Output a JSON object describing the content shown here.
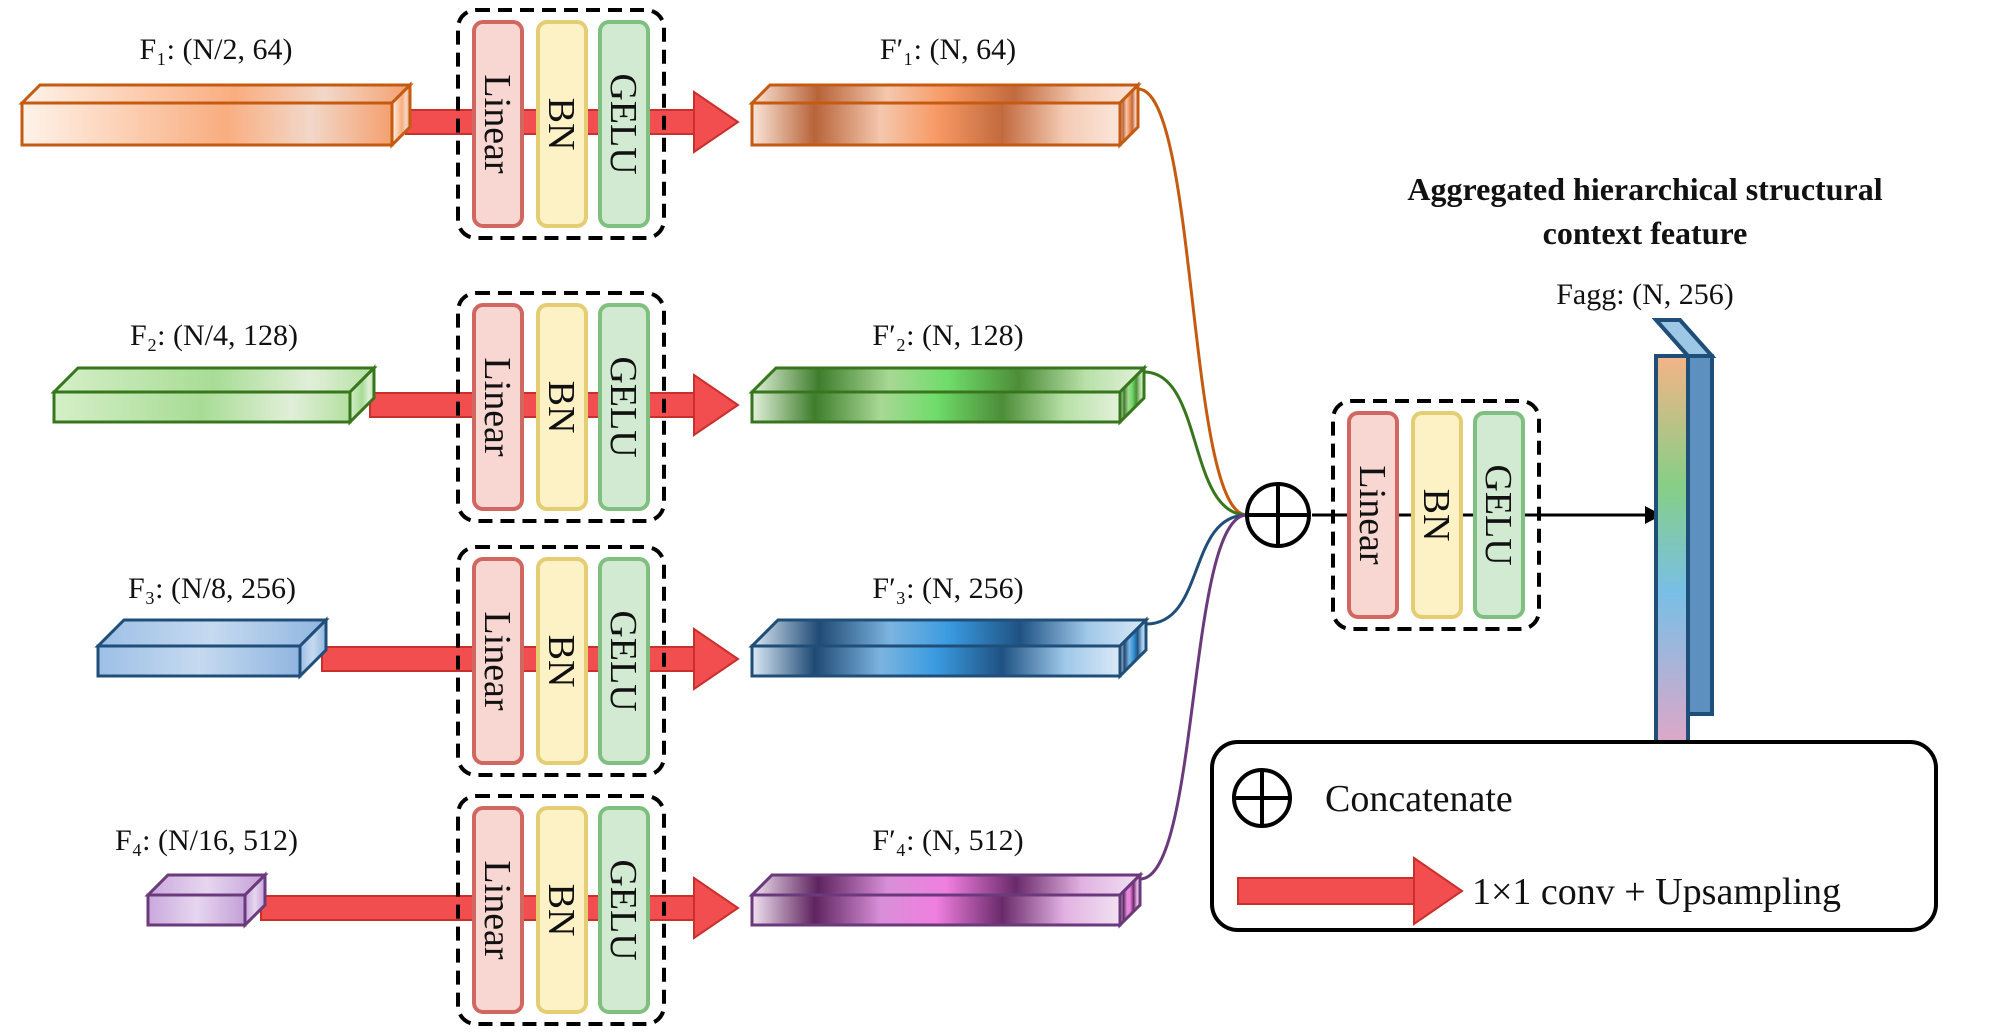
{
  "colors": {
    "orange": "#c55a11",
    "green": "#38761d",
    "blue": "#1f4e79",
    "purple": "#6b3a7d",
    "arrow": "#f24e50",
    "linear_fill": "#f8d7d3",
    "linear_stroke": "#d06760",
    "bn_fill": "#fdf1c6",
    "bn_stroke": "#e4cd73",
    "gelu_fill": "#d2ead2",
    "gelu_stroke": "#7fbf7f"
  },
  "rows": [
    {
      "id": "1",
      "input_label": "F₁: (N/2, 64)",
      "output_label": "F′₁: (N, 64)",
      "color": "orange"
    },
    {
      "id": "2",
      "input_label": "F₂: (N/4, 128)",
      "output_label": "F′₂: (N, 128)",
      "color": "green"
    },
    {
      "id": "3",
      "input_label": "F₃: (N/8, 256)",
      "output_label": "F′₃: (N, 256)",
      "color": "blue"
    },
    {
      "id": "4",
      "input_label": "F₄: (N/16, 512)",
      "output_label": "F′₄: (N, 512)",
      "color": "purple"
    }
  ],
  "block": {
    "linear": "Linear",
    "bn": "BN",
    "gelu": "GELU"
  },
  "output": {
    "title_line1": "Aggregated hierarchical structural",
    "title_line2": "context feature",
    "label": "Fagg: (N, 256)"
  },
  "legend": {
    "concat_icon": "circle-plus-icon",
    "concat_label": "Concatenate",
    "arrow_label": "1×1 conv + Upsampling"
  }
}
